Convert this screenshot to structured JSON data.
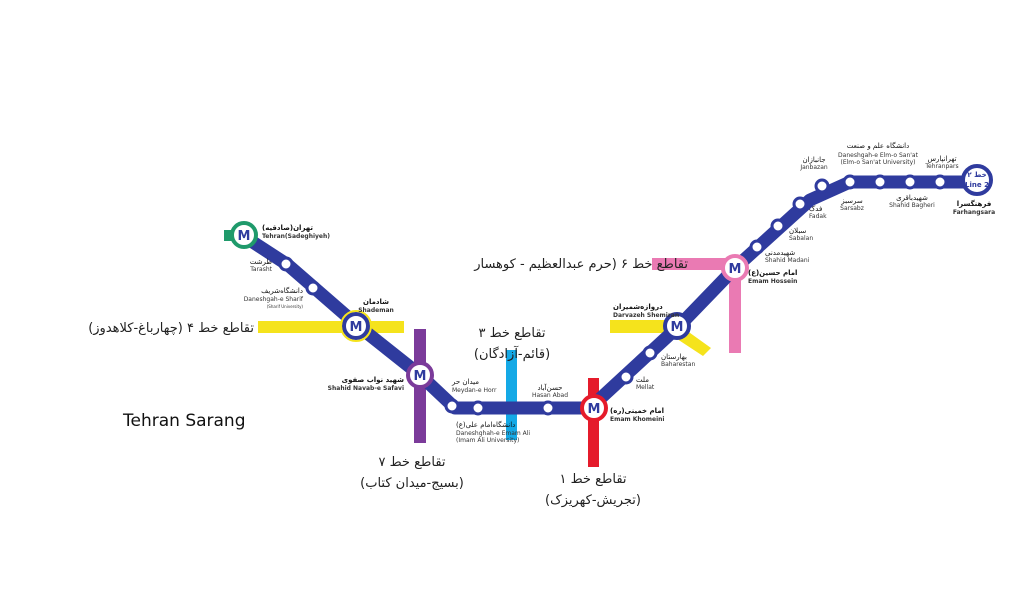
{
  "brand": "Tehran Sarang",
  "line": {
    "number_fa": "خط ۲",
    "number_en": "Line 2",
    "color": "#2f3b9e",
    "terminus_fa": "فرهنگسرا",
    "terminus_en": "Farhangsara"
  },
  "stations": {
    "sadeghiyeh": {
      "fa": "تهران(صادقیه)",
      "en": "Tehran(Sadeghiyeh)"
    },
    "tarasht": {
      "fa": "طرشت",
      "en": "Tarasht"
    },
    "sharif": {
      "fa": "دانشگاه‌شریف",
      "en": "Daneshgah-e Sharif",
      "en2": "(Sharif University)"
    },
    "shademan": {
      "fa": "شادمان",
      "en": "Shademan"
    },
    "navab": {
      "fa": "شهید نواب صفوی",
      "en": "Shahid Navab-e Safavi"
    },
    "meydanhorr": {
      "fa": "میدان حر",
      "en": "Meydan-e Horr"
    },
    "emamali": {
      "fa": "دانشگاه‌امام علی(ع)",
      "en": "Daneshghah-e Emam Ali",
      "en2": "(Imam Ali University)"
    },
    "hasanabad": {
      "fa": "حسن‌آباد",
      "en": "Hasan Abad"
    },
    "emamkhomeini": {
      "fa": "امام خمینی(ره)",
      "en": "Emam Khomeini"
    },
    "mellat": {
      "fa": "ملت",
      "en": "Mellat"
    },
    "baharestan": {
      "fa": "بهارستان",
      "en": "Baharestan"
    },
    "darvazeh": {
      "fa": "دروازه‌شمیران",
      "en": "Darvazeh Shemiran"
    },
    "emamhossein": {
      "fa": "امام حسین(ع)",
      "en": "Emam Hossein"
    },
    "madani": {
      "fa": "شهیدمدنی",
      "en": "Shahid Madani"
    },
    "sabalan": {
      "fa": "سبلان",
      "en": "Sabalan"
    },
    "fadak": {
      "fa": "فدک",
      "en": "Fadak"
    },
    "janbazan": {
      "fa": "جانبازان",
      "en": "Janbazan"
    },
    "sarsabz": {
      "fa": "سرسبز",
      "en": "Sarsabz"
    },
    "elmosanat": {
      "fa": "دانشگاه علم و صنعت",
      "en": "Daneshgah-e Elm-o San'at",
      "en2": "(Elm-o San'at University)"
    },
    "bagheri": {
      "fa": "شهیدباقری",
      "en": "Shahid Bagheri"
    },
    "tehranpars": {
      "fa": "تهرانپارس",
      "en": "Tehranpars"
    }
  },
  "interchanges": {
    "line4": {
      "label": "تقاطع خط ۴ (چهارباغ-کلاهدوز)",
      "color": "#f5e31c"
    },
    "line3": {
      "label1": "تقاطع خط ۳",
      "label2": "(قائم-آزادگان)",
      "color": "#15a9e6"
    },
    "line7": {
      "label1": "تقاطع خط ۷",
      "label2": "(بسیج-میدان کتاب)",
      "color": "#7b3b9a"
    },
    "line1": {
      "label1": "تقاطع خط ۱",
      "label2": "(تجریش-کهریزک)",
      "color": "#e51b2b"
    },
    "line6": {
      "label": "تقاطع خط ۶ (حرم عبدالعظیم - کوهسار",
      "color": "#ea7ab3"
    },
    "line5": {
      "color": "#1f9a6b"
    }
  },
  "icons": {
    "metro": "metro-m-icon"
  }
}
